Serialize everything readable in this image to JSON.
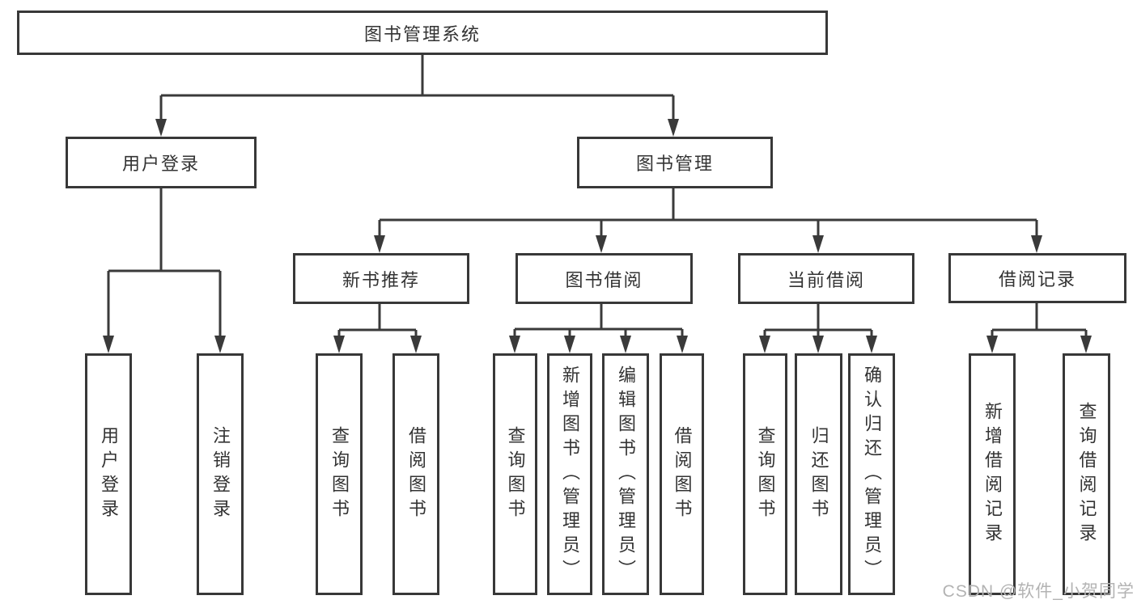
{
  "diagram": {
    "root": {
      "label": "图书管理系统"
    },
    "branches": [
      {
        "label": "用户登录",
        "children": [
          {
            "label": "用户登录"
          },
          {
            "label": "注销登录"
          }
        ]
      },
      {
        "label": "图书管理",
        "children": [
          {
            "label": "新书推荐",
            "children": [
              {
                "label": "查询图书"
              },
              {
                "label": "借阅图书"
              }
            ]
          },
          {
            "label": "图书借阅",
            "children": [
              {
                "label": "查询图书"
              },
              {
                "label": "新增图书（管理员）"
              },
              {
                "label": "编辑图书（管理员）"
              },
              {
                "label": "借阅图书"
              }
            ]
          },
          {
            "label": "当前借阅",
            "children": [
              {
                "label": "查询图书"
              },
              {
                "label": "归还图书"
              },
              {
                "label": "确认归还（管理员）"
              }
            ]
          },
          {
            "label": "借阅记录",
            "children": [
              {
                "label": "新增借阅记录"
              },
              {
                "label": "查询借阅记录"
              }
            ]
          }
        ]
      }
    ],
    "watermark": "CSDN @软件_小贺同学",
    "colors": {
      "line": "#3a3a3a",
      "border": "#383838",
      "text": "#333333",
      "background": "#ffffff",
      "watermark": "#b3b3b3"
    }
  }
}
